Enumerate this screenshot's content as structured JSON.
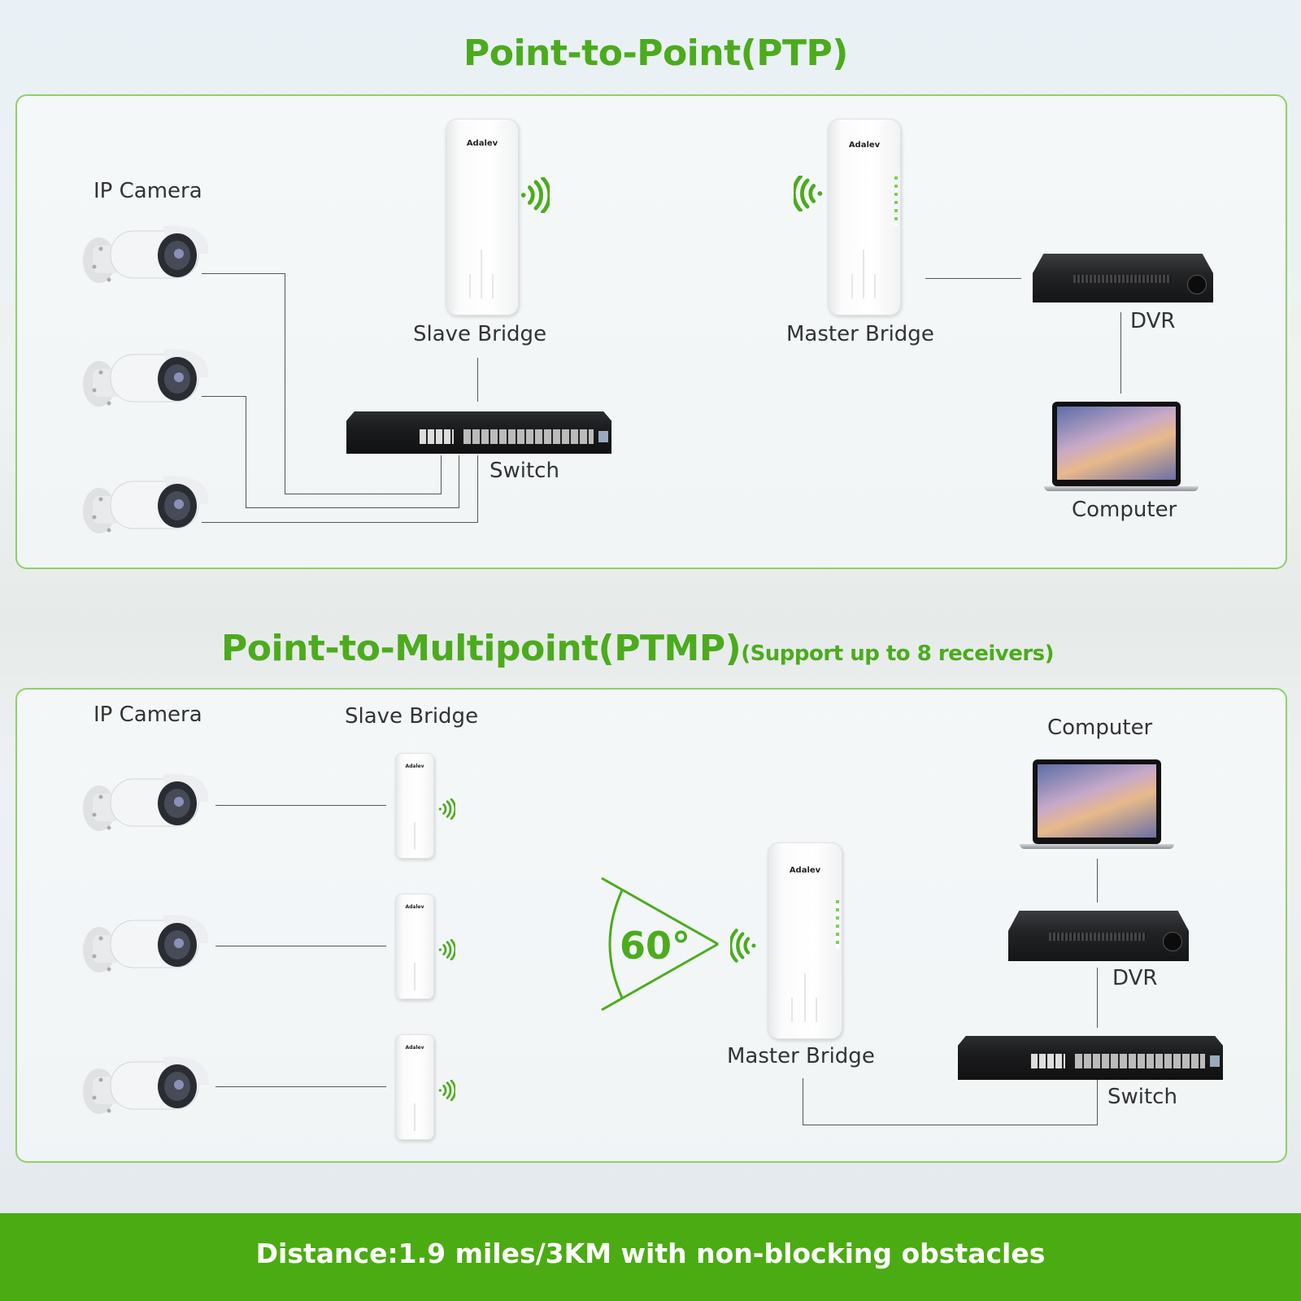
{
  "ptp": {
    "title": "Point-to-Point(PTP)",
    "labels": {
      "ip_camera": "IP Camera",
      "slave_bridge": "Slave Bridge",
      "master_bridge": "Master Bridge",
      "switch": "Switch",
      "dvr": "DVR",
      "computer": "Computer"
    },
    "brand": "Adalev"
  },
  "ptmp": {
    "title": "Point-to-Multipoint(PTMP)",
    "subtitle": "(Support up to 8 receivers)",
    "labels": {
      "ip_camera": "IP Camera",
      "slave_bridge": "Slave Bridge",
      "master_bridge": "Master Bridge",
      "switch": "Switch",
      "dvr": "DVR",
      "computer": "Computer"
    },
    "angle": "60°",
    "brand": "Adalev"
  },
  "footer": {
    "text": "Distance:1.9 miles/3KM with non-blocking obstacles"
  },
  "colors": {
    "accent_green": "#4cab1d",
    "footer_green": "#4bab12",
    "panel_border": "#8fcf6a"
  }
}
